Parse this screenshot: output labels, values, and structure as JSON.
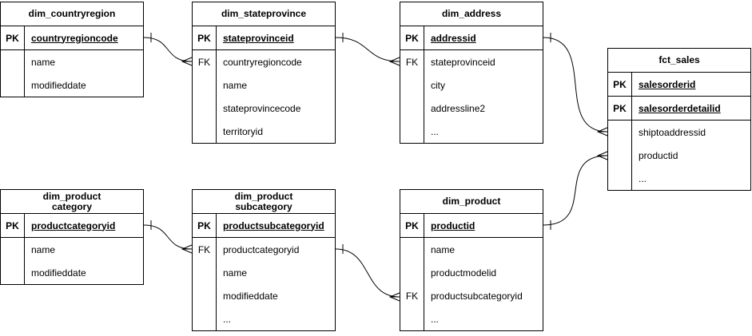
{
  "diagram": {
    "kind": "entity-relationship-diagram",
    "background_color": "#ffffff",
    "line_color": "#000000",
    "text_color": "#000000"
  },
  "tables": [
    {
      "title": "dim_countryregion",
      "rows": [
        {
          "key": "PK",
          "name": "countryregioncode"
        },
        {
          "key": "",
          "name": "name"
        },
        {
          "key": "",
          "name": "modifieddate"
        }
      ]
    },
    {
      "title": "dim_stateprovince",
      "rows": [
        {
          "key": "PK",
          "name": "stateprovinceid"
        },
        {
          "key": "FK",
          "name": "countryregioncode"
        },
        {
          "key": "",
          "name": "name"
        },
        {
          "key": "",
          "name": "stateprovincecode"
        },
        {
          "key": "",
          "name": "territoryid"
        }
      ]
    },
    {
      "title": "dim_address",
      "rows": [
        {
          "key": "PK",
          "name": "addressid"
        },
        {
          "key": "FK",
          "name": "stateprovinceid"
        },
        {
          "key": "",
          "name": "city"
        },
        {
          "key": "",
          "name": "addressline2"
        },
        {
          "key": "",
          "name": "..."
        }
      ]
    },
    {
      "title": "fct_sales",
      "rows": [
        {
          "key": "PK",
          "name": "salesorderid"
        },
        {
          "key": "PK",
          "name": "salesorderdetailid"
        },
        {
          "key": "",
          "name": "shiptoaddressid"
        },
        {
          "key": "",
          "name": "productid"
        },
        {
          "key": "",
          "name": "..."
        }
      ]
    },
    {
      "title": "dim_product\ncategory",
      "rows": [
        {
          "key": "PK",
          "name": "productcategoryid"
        },
        {
          "key": "",
          "name": "name"
        },
        {
          "key": "",
          "name": "modifieddate"
        }
      ]
    },
    {
      "title": "dim_product\nsubcategory",
      "rows": [
        {
          "key": "PK",
          "name": "productsubcategoryid"
        },
        {
          "key": "FK",
          "name": "productcategoryid"
        },
        {
          "key": "",
          "name": "name"
        },
        {
          "key": "",
          "name": "modifieddate"
        },
        {
          "key": "",
          "name": "..."
        }
      ]
    },
    {
      "title": "dim_product",
      "rows": [
        {
          "key": "PK",
          "name": "productid"
        },
        {
          "key": "",
          "name": "name"
        },
        {
          "key": "",
          "name": "productmodelid"
        },
        {
          "key": "FK",
          "name": "productsubcategoryid"
        },
        {
          "key": "",
          "name": "..."
        }
      ]
    }
  ],
  "relationships": [
    {
      "from_table": "dim_countryregion",
      "from_column": "countryregioncode",
      "to_table": "dim_stateprovince",
      "to_column": "countryregioncode",
      "cardinality": "one-to-many"
    },
    {
      "from_table": "dim_stateprovince",
      "from_column": "stateprovinceid",
      "to_table": "dim_address",
      "to_column": "stateprovinceid",
      "cardinality": "one-to-many"
    },
    {
      "from_table": "dim_address",
      "from_column": "addressid",
      "to_table": "fct_sales",
      "to_column": "shiptoaddressid",
      "cardinality": "one-to-many"
    },
    {
      "from_table": "dim_product",
      "from_column": "productid",
      "to_table": "fct_sales",
      "to_column": "productid",
      "cardinality": "one-to-many"
    },
    {
      "from_table": "dim_product category",
      "from_column": "productcategoryid",
      "to_table": "dim_product subcategory",
      "to_column": "productcategoryid",
      "cardinality": "one-to-many"
    },
    {
      "from_table": "dim_product subcategory",
      "from_column": "productsubcategoryid",
      "to_table": "dim_product",
      "to_column": "productsubcategoryid",
      "cardinality": "one-to-many"
    }
  ]
}
